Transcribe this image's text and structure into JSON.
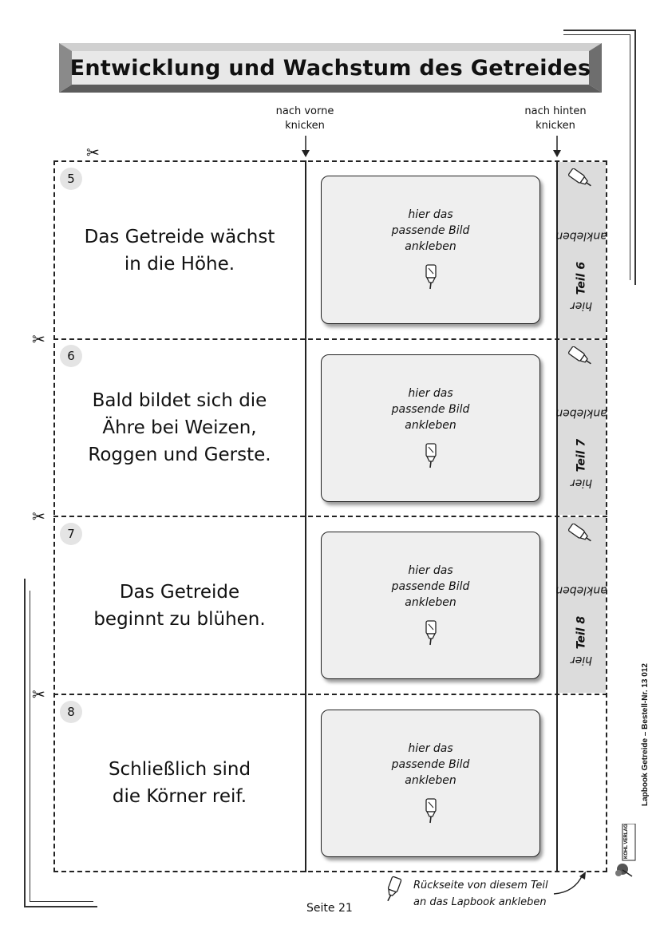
{
  "title": "Entwicklung und Wachstum des Getreides",
  "fold_labels": {
    "front_line1": "nach vorne",
    "front_line2": "knicken",
    "back_line1": "nach hinten",
    "back_line2": "knicken"
  },
  "cards": [
    {
      "number": "5",
      "lines": [
        "Das Getreide wächst",
        "in die Höhe."
      ],
      "photo": [
        "hier das",
        "passende Bild",
        "ankleben"
      ],
      "tab_prefix": "hier ",
      "tab_bold": "Teil 6",
      "tab_suffix": " ankleben"
    },
    {
      "number": "6",
      "lines": [
        "Bald bildet sich die",
        "Ähre bei Weizen,",
        "Roggen und Gerste."
      ],
      "photo": [
        "hier das",
        "passende Bild",
        "ankleben"
      ],
      "tab_prefix": "hier ",
      "tab_bold": "Teil 7",
      "tab_suffix": " ankleben"
    },
    {
      "number": "7",
      "lines": [
        "Das Getreide",
        "beginnt zu blühen."
      ],
      "photo": [
        "hier das",
        "passende Bild",
        "ankleben"
      ],
      "tab_prefix": "hier ",
      "tab_bold": "Teil 8",
      "tab_suffix": " ankleben"
    },
    {
      "number": "8",
      "lines": [
        "Schließlich sind",
        "die Körner reif."
      ],
      "photo": [
        "hier das",
        "passende Bild",
        "ankleben"
      ]
    }
  ],
  "footer_note": [
    "Rückseite von diesem Teil",
    "an das Lapbook ankleben"
  ],
  "page_label": "Seite 21",
  "side_credit": "Lapbook Getreide  –  Bestell-Nr. 13 012",
  "publisher_logo": "KOHL VERLAG",
  "icons": {
    "scissors": "scissors-icon",
    "glue": "glue-tube-icon"
  }
}
